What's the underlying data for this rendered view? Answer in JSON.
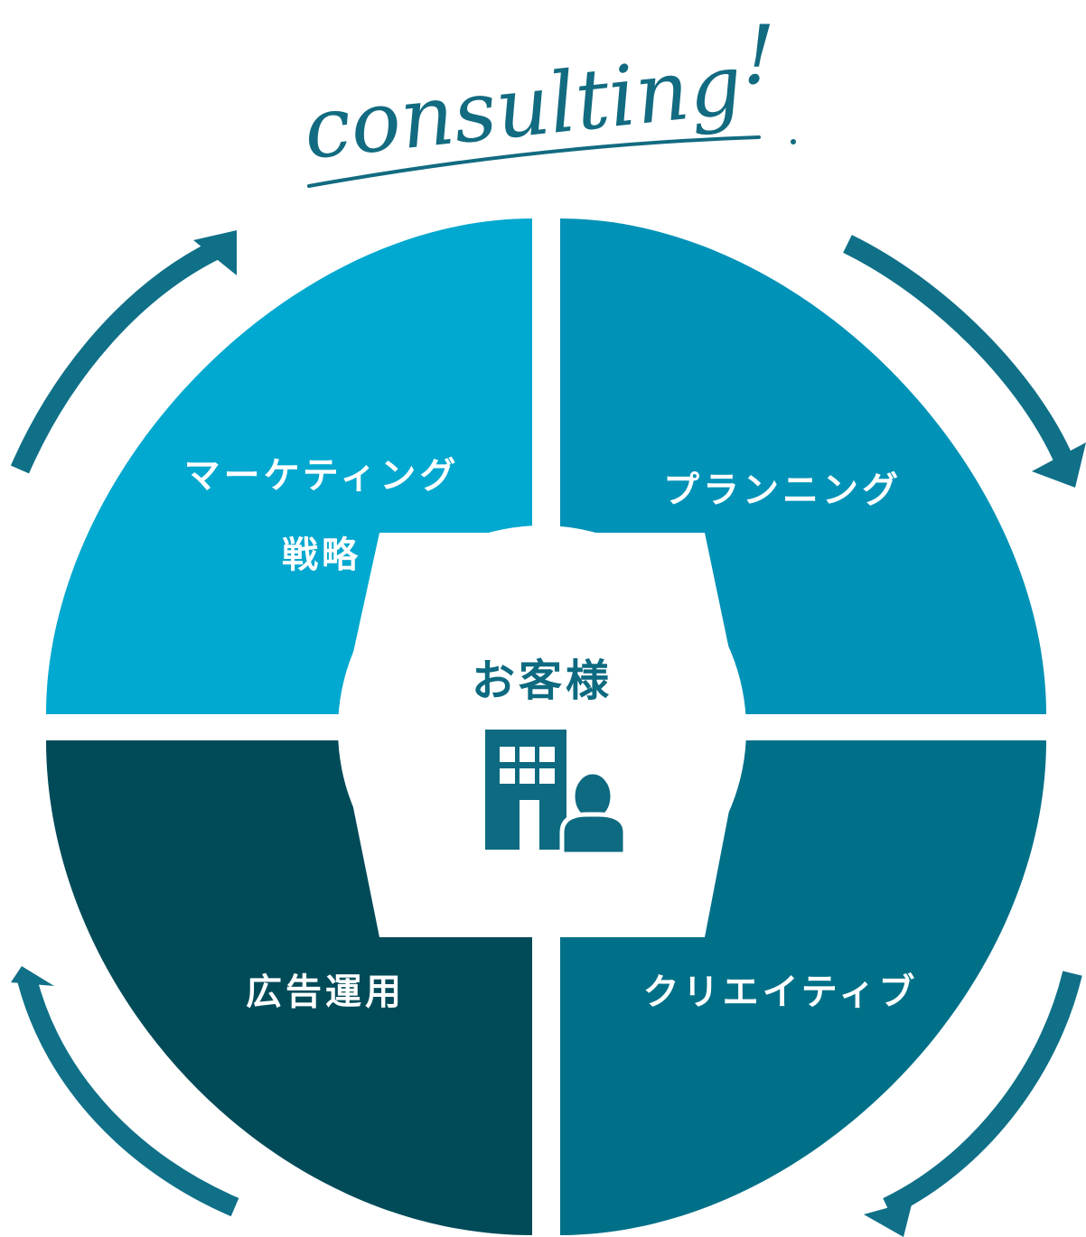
{
  "title": {
    "text": "consulting",
    "exclaim": "!",
    "color": "#126b80"
  },
  "center": {
    "label": "お客様",
    "icon": "office-customer-icon",
    "color": "#0d6a80"
  },
  "quadrants": [
    {
      "id": "marketing",
      "label": "マーケティング",
      "sublabel": "戦略",
      "color": "#01a8cf"
    },
    {
      "id": "planning",
      "label": "プランニング",
      "color": "#0192b7"
    },
    {
      "id": "creative",
      "label": "クリエイティブ",
      "color": "#007088"
    },
    {
      "id": "ads",
      "label": "広告運用",
      "color": "#014b59"
    }
  ],
  "arrows": {
    "color": "#0f7088",
    "icon": "cycle-arrow-icon"
  }
}
